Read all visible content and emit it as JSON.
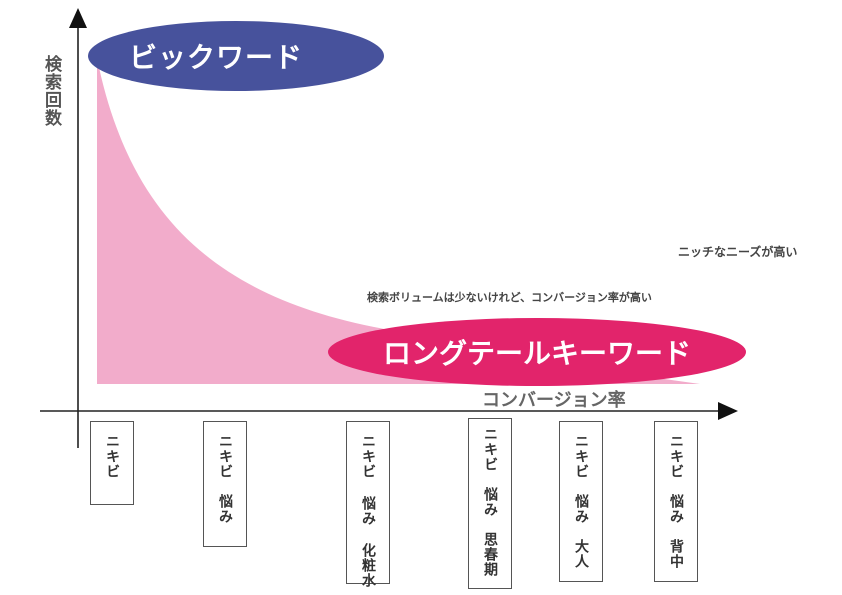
{
  "axes": {
    "y_label": "検索回数",
    "x_label": "コンバージョン率"
  },
  "big_word": {
    "label": "ビックワード",
    "color": "#47529c"
  },
  "long_tail": {
    "label": "ロングテールキーワード",
    "color": "#e2246b"
  },
  "curve_color": "#f2accb",
  "notes": {
    "niche": "ニッチなニーズが高い",
    "volume": "検索ボリュームは少ないけれど、コンバージョン率が高い"
  },
  "keywords": [
    "ニキビ",
    "ニキビ　悩み",
    "ニキビ 悩み 化粧水",
    "ニキビ　悩み　思春期",
    "ニキビ　悩み　大人",
    "ニキビ　悩み　背中"
  ]
}
